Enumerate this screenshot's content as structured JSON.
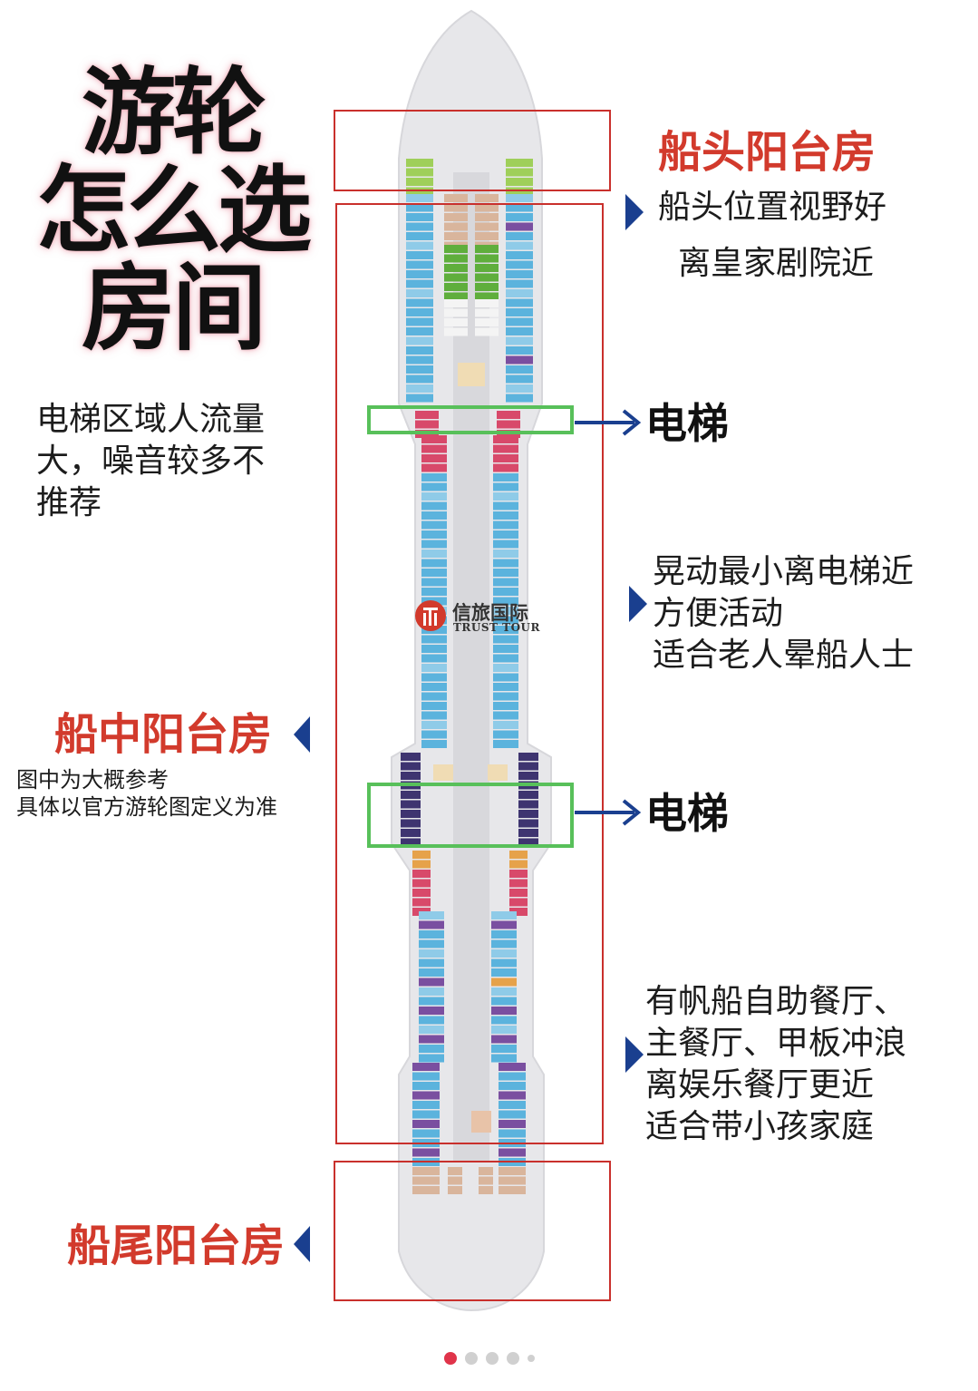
{
  "title": {
    "line1": "游轮",
    "line2": "怎么选",
    "line3": "房间"
  },
  "sections": {
    "bow": {
      "heading": "船头阳台房",
      "line1": "船头位置视野好",
      "line2": "离皇家剧院近"
    },
    "elevator_note": {
      "line1": "电梯区域人流量",
      "line2": "大，噪音较多不",
      "line3": "推荐"
    },
    "elevator_label": "电梯",
    "mid_right": {
      "line1": "晃动最小离电梯近",
      "line2": "方便活动",
      "line3": "适合老人晕船人士"
    },
    "mid": {
      "heading": "船中阳台房",
      "note1": "图中为大概参考",
      "note2": "具体以官方游轮图定义为准"
    },
    "aft_right": {
      "line1": "有帆船自助餐厅、",
      "line2": "主餐厅、甲板冲浪",
      "line3": "离娱乐餐厅更近",
      "line4": "适合带小孩家庭"
    },
    "stern": {
      "heading": "船尾阳台房"
    }
  },
  "logo": {
    "cn": "信旅国际",
    "en": "TRUST TOUR"
  },
  "colors": {
    "red": "#c9302c",
    "green": "#58c05a",
    "navy": "#1a3f8f",
    "ship": "#e6e6e8"
  },
  "pager": {
    "count": 5,
    "active": 0
  }
}
